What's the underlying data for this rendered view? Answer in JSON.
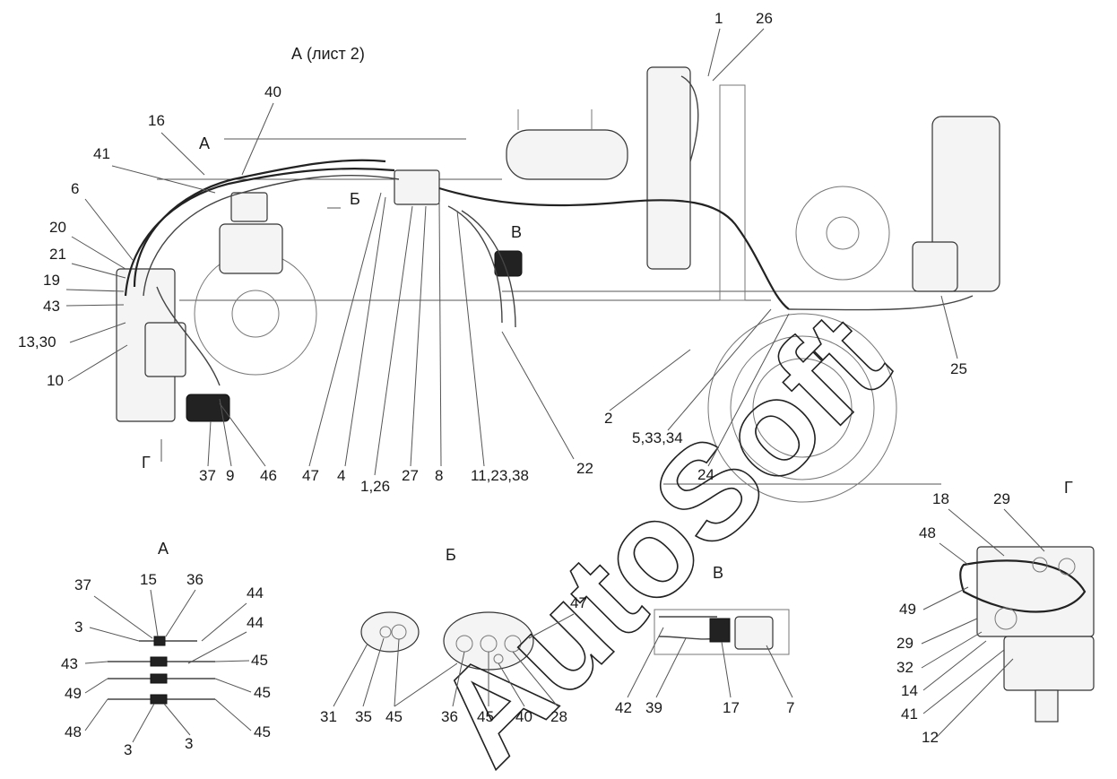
{
  "views": {
    "main": "А (лист 2)",
    "a": "А",
    "b": "Б",
    "v": "В",
    "g": "Г",
    "arrow_a": "А",
    "arrow_b": "Б",
    "arrow_v": "В",
    "arrow_g": "Г"
  },
  "watermark": "AutoSoft",
  "callouts_main": [
    "1",
    "26",
    "40",
    "16",
    "41",
    "6",
    "20",
    "21",
    "19",
    "43",
    "13,30",
    "10",
    "37",
    "9",
    "46",
    "47",
    "4",
    "1,26",
    "27",
    "8",
    "11,23,38",
    "22",
    "2",
    "5,33,34",
    "24",
    "25"
  ],
  "callouts_a": [
    "37",
    "15",
    "36",
    "44",
    "44",
    "3",
    "43",
    "45",
    "49",
    "45",
    "48",
    "3",
    "3",
    "45"
  ],
  "callouts_b": [
    "47",
    "31",
    "35",
    "45",
    "36",
    "45",
    "40",
    "28"
  ],
  "callouts_v": [
    "42",
    "39",
    "17",
    "7"
  ],
  "callouts_g": [
    "18",
    "29",
    "48",
    "49",
    "29",
    "32",
    "14",
    "41",
    "12"
  ]
}
